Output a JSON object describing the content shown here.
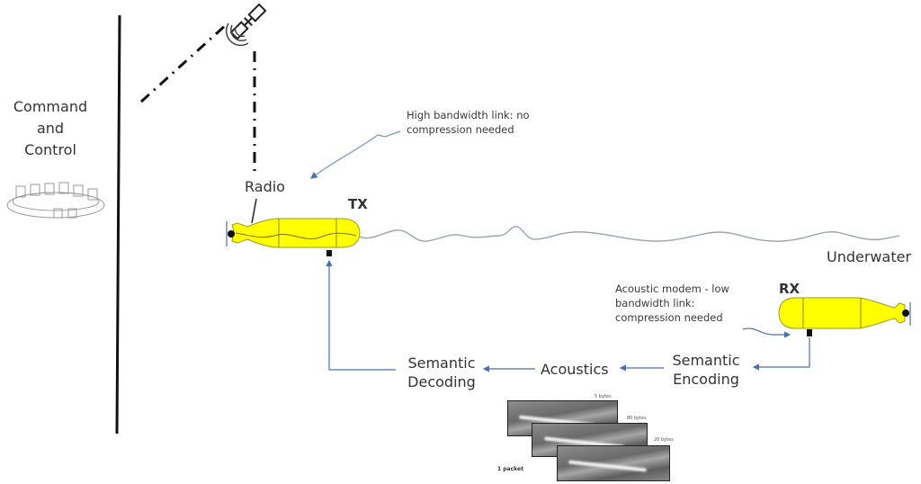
{
  "command_and_control": {
    "line1": "Command",
    "line2": "and",
    "line3": "Control",
    "icon": "meeting-table-icon"
  },
  "satellite": {
    "icon": "satellite-icon"
  },
  "labels": {
    "radio": "Radio",
    "tx": "TX",
    "rx": "RX",
    "underwater": "Underwater"
  },
  "notes": {
    "high_bandwidth": "High bandwidth link: no compression needed",
    "acoustic_modem": "Acoustic modem - low bandwidth link: compression needed"
  },
  "pipeline": {
    "semantic_decoding_1": "Semantic",
    "semantic_decoding_2": "Decoding",
    "acoustics": "Acoustics",
    "semantic_encoding_1": "Semantic",
    "semantic_encoding_2": "Encoding"
  },
  "sonar_images": {
    "sizes": [
      "5 bytes",
      "80 bytes",
      "20 bytes"
    ],
    "packet_label": "1 packet"
  },
  "colors": {
    "vehicle_fill": "#ffff00",
    "link_line": "#7f93b5",
    "arrow": "#4a6fb5"
  }
}
